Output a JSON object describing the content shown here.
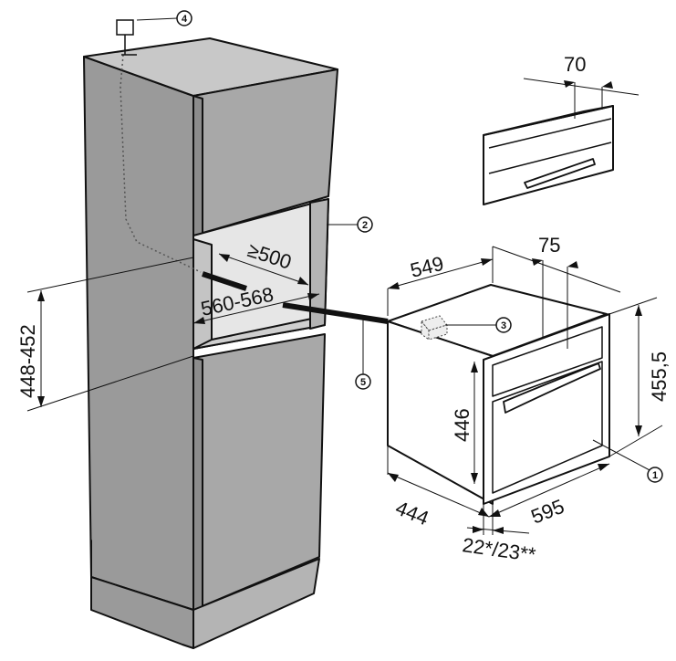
{
  "dimensions": {
    "niche_height": "448-452",
    "niche_depth_min": "≥500",
    "niche_width": "560-568",
    "drawer_height": "70",
    "oven_depth": "549",
    "front_panel_depth": "75",
    "oven_height_total": "455,5",
    "oven_body_height": "446",
    "oven_body_width": "444",
    "oven_front_width": "595",
    "front_thickness": "22*/23**"
  },
  "callouts": [
    "1",
    "2",
    "3",
    "4",
    "5"
  ],
  "colors": {
    "cabinet_face": "#9a9a9a",
    "cabinet_side": "#b4b4b4",
    "cabinet_top": "#c8c8c8",
    "line": "#111111",
    "appliance_fill": "#ffffff"
  }
}
